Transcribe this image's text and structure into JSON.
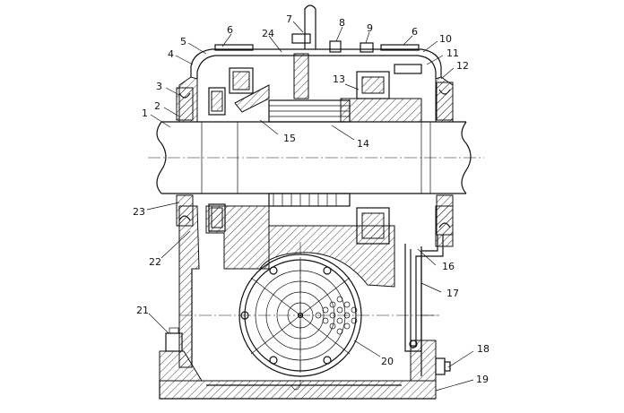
{
  "part_labels": [
    {
      "id": "p1",
      "text": "1"
    },
    {
      "id": "p2",
      "text": "2"
    },
    {
      "id": "p3",
      "text": "3"
    },
    {
      "id": "p4",
      "text": "4"
    },
    {
      "id": "p5",
      "text": "5"
    },
    {
      "id": "p6a",
      "text": "6"
    },
    {
      "id": "p6b",
      "text": "6"
    },
    {
      "id": "p7",
      "text": "7"
    },
    {
      "id": "p8",
      "text": "8"
    },
    {
      "id": "p9",
      "text": "9"
    },
    {
      "id": "p10",
      "text": "10"
    },
    {
      "id": "p11",
      "text": "11"
    },
    {
      "id": "p12",
      "text": "12"
    },
    {
      "id": "p13",
      "text": "13"
    },
    {
      "id": "p14",
      "text": "14"
    },
    {
      "id": "p15",
      "text": "15"
    },
    {
      "id": "p16",
      "text": "16"
    },
    {
      "id": "p17",
      "text": "17"
    },
    {
      "id": "p18",
      "text": "18"
    },
    {
      "id": "p19",
      "text": "19"
    },
    {
      "id": "p20",
      "text": "20"
    },
    {
      "id": "p21",
      "text": "21"
    },
    {
      "id": "p22",
      "text": "22"
    },
    {
      "id": "p23",
      "text": "23"
    },
    {
      "id": "p24",
      "text": "24"
    }
  ]
}
